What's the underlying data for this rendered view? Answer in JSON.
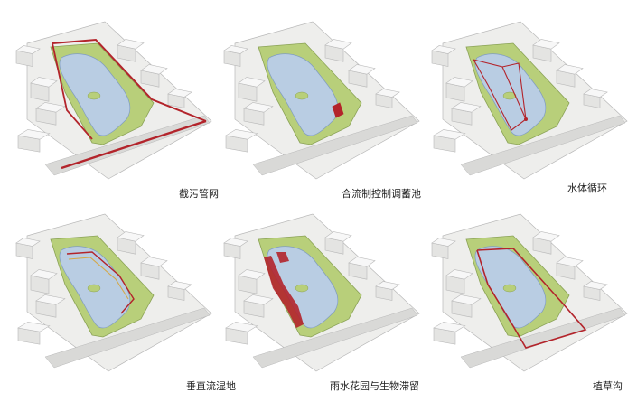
{
  "colors": {
    "accent": "#b3242b",
    "water": "#b9cde3",
    "green": "#b8cf7a",
    "ground": "#eeeeec",
    "building": "#f7f7f7",
    "edge": "#b8b8b8"
  },
  "panels": [
    {
      "id": "p1",
      "caption": "截污管网",
      "overlay": "interceptor-network"
    },
    {
      "id": "p2",
      "caption": "合流制控制调蓄池",
      "overlay": "storage-tank"
    },
    {
      "id": "p3",
      "caption": "水体循环",
      "overlay": "water-circulation"
    },
    {
      "id": "p4",
      "caption": "垂直流湿地",
      "overlay": "vertical-wetland"
    },
    {
      "id": "p5",
      "caption": "雨水花园与生物滞留",
      "overlay": "rain-garden"
    },
    {
      "id": "p6",
      "caption": "植草沟",
      "overlay": "grass-swale"
    }
  ]
}
